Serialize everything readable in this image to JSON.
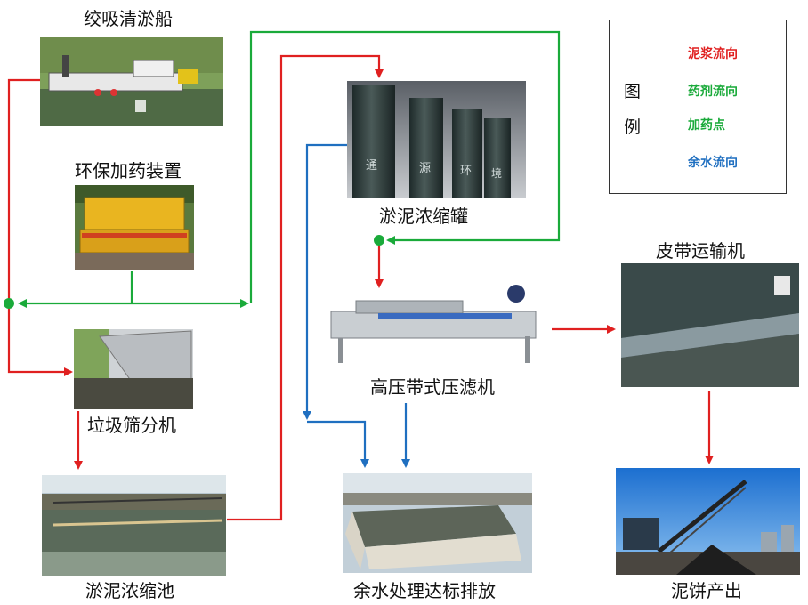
{
  "nodes": {
    "dredger": "绞吸清淤船",
    "dosing_unit": "环保加药装置",
    "thickening_tank": "淤泥浓缩罐",
    "screen": "垃圾筛分机",
    "press": "高压带式压滤机",
    "conveyor": "皮带运输机",
    "pond": "淤泥浓缩池",
    "discharge": "余水处理达标排放",
    "cake": "泥饼产出"
  },
  "tank_glyphs": [
    "通",
    "源",
    "环",
    "境"
  ],
  "legend": {
    "title_top": "图",
    "title_bottom": "例",
    "items": [
      {
        "label": "泥浆流向",
        "color": "#e02020",
        "kind": "arrow"
      },
      {
        "label": "药剂流向",
        "color": "#1aaa3a",
        "kind": "arrow"
      },
      {
        "label": "加药点",
        "color": "#1aaa3a",
        "kind": "dot"
      },
      {
        "label": "余水流向",
        "color": "#1f6fc0",
        "kind": "arrow"
      }
    ]
  },
  "colors": {
    "slurry": "#e02020",
    "reagent": "#1aaa3a",
    "water": "#1f6fc0"
  }
}
